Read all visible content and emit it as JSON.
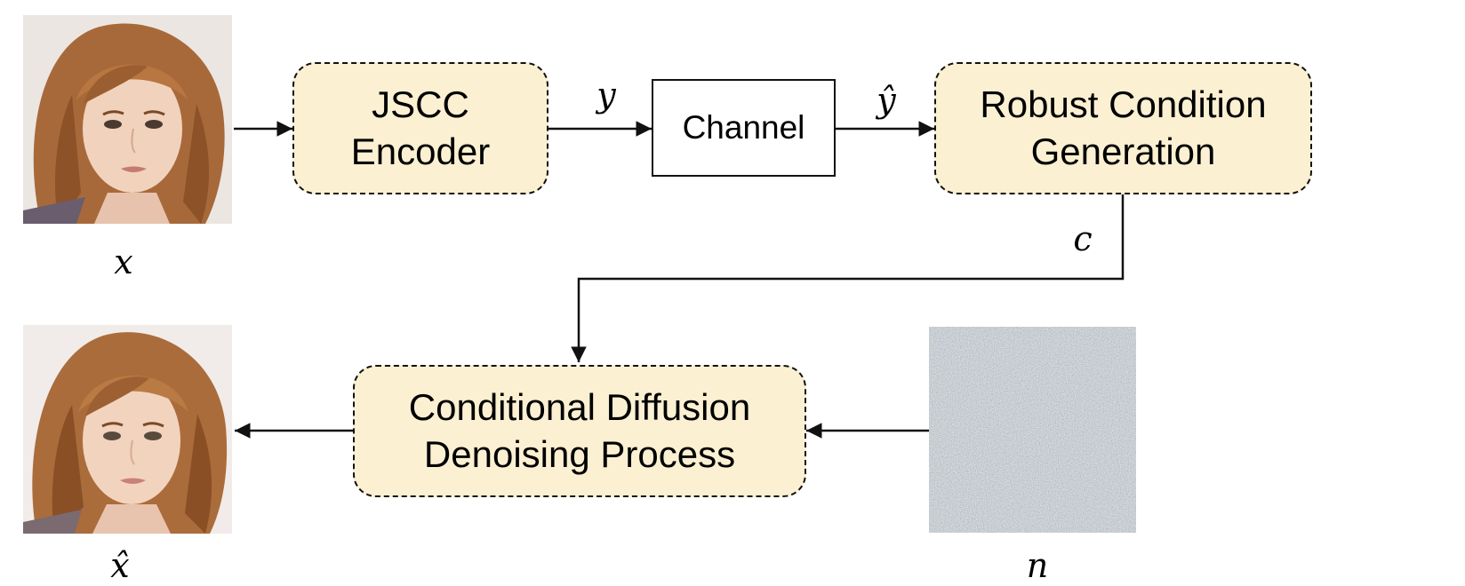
{
  "nodes": {
    "encoder": {
      "line1": "JSCC",
      "line2": "Encoder"
    },
    "channel": {
      "label": "Channel"
    },
    "condition": {
      "line1": "Robust Condition",
      "line2": "Generation"
    },
    "diffusion": {
      "line1": "Conditional Diffusion",
      "line2": "Denoising Process"
    }
  },
  "variables": {
    "input": "x",
    "encoded": "y",
    "received": "ŷ",
    "condition": "c",
    "noise": "n",
    "output": "x̂"
  },
  "images": {
    "input": "face-photo",
    "output": "face-photo",
    "noise": "gaussian-noise"
  },
  "colors": {
    "block_fill": "#fbf0d2",
    "stroke": "#111111",
    "hair": "#a8693a",
    "skin": "#f1d2bd"
  }
}
